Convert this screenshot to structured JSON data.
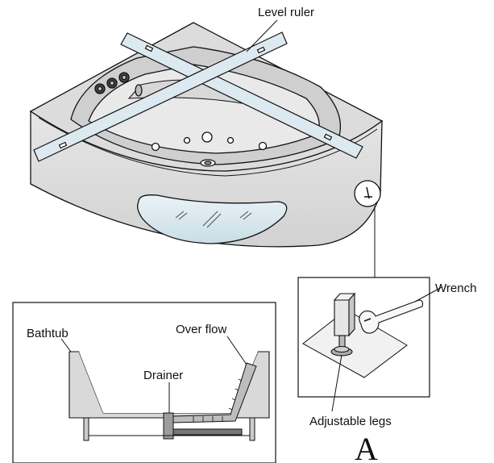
{
  "labels": {
    "level_ruler": "Level ruler",
    "wrench": "Wrench",
    "adjustable_legs": "Adjustable legs",
    "bathtub": "Bathtub",
    "over_flow": "Over flow",
    "drainer": "Drainer",
    "figure_letter": "A"
  },
  "colors": {
    "outline": "#111111",
    "tub_body": "#e2e2e2",
    "tub_rim": "#d4d4d4",
    "tub_inner": "#ececec",
    "ruler": "#dbe8ef",
    "window": "#dbe9ef",
    "panel_fill": "#d6d6d6"
  }
}
